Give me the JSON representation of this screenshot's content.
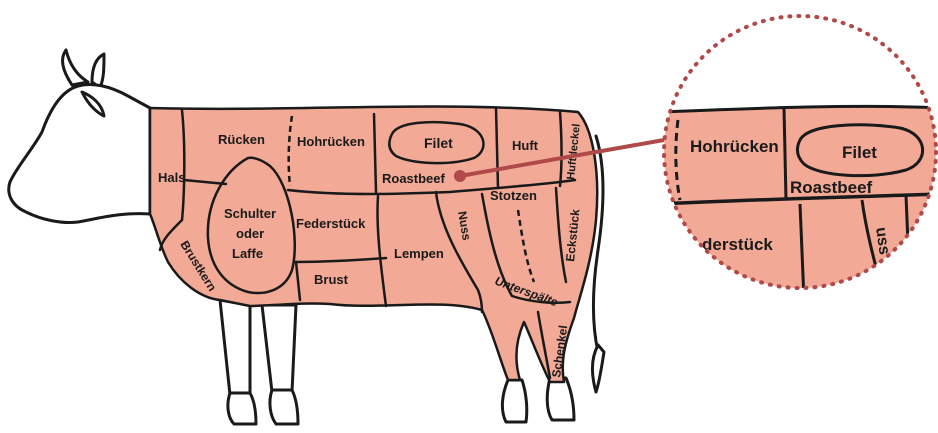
{
  "labels": {
    "hals": "Hals",
    "ruecken": "Rücken",
    "hohruecken": "Hohrücken",
    "filet": "Filet",
    "huft": "Huft",
    "huftdeckel": "Huftdeckel",
    "roastbeef": "Roastbeef",
    "schulter_1": "Schulter",
    "schulter_2": "oder",
    "schulter_3": "Laffe",
    "federstueck": "Federstück",
    "brustkern": "Brustkern",
    "brust": "Brust",
    "lempen": "Lempen",
    "nuss": "Nuss",
    "stotzen": "Stotzen",
    "eckstueck": "Eckstück",
    "unterspaelte": "Unterspälte",
    "schenkel": "Schenkel"
  },
  "zoom": {
    "hohruecken": "Hohrücken",
    "filet": "Filet",
    "roastbeef": "Roastbeef",
    "federstueck": "derstück",
    "nuss": "uss"
  },
  "colors": {
    "meat": "#f2aa96",
    "outline": "#1a1a1a",
    "accent": "#b04a4a"
  }
}
